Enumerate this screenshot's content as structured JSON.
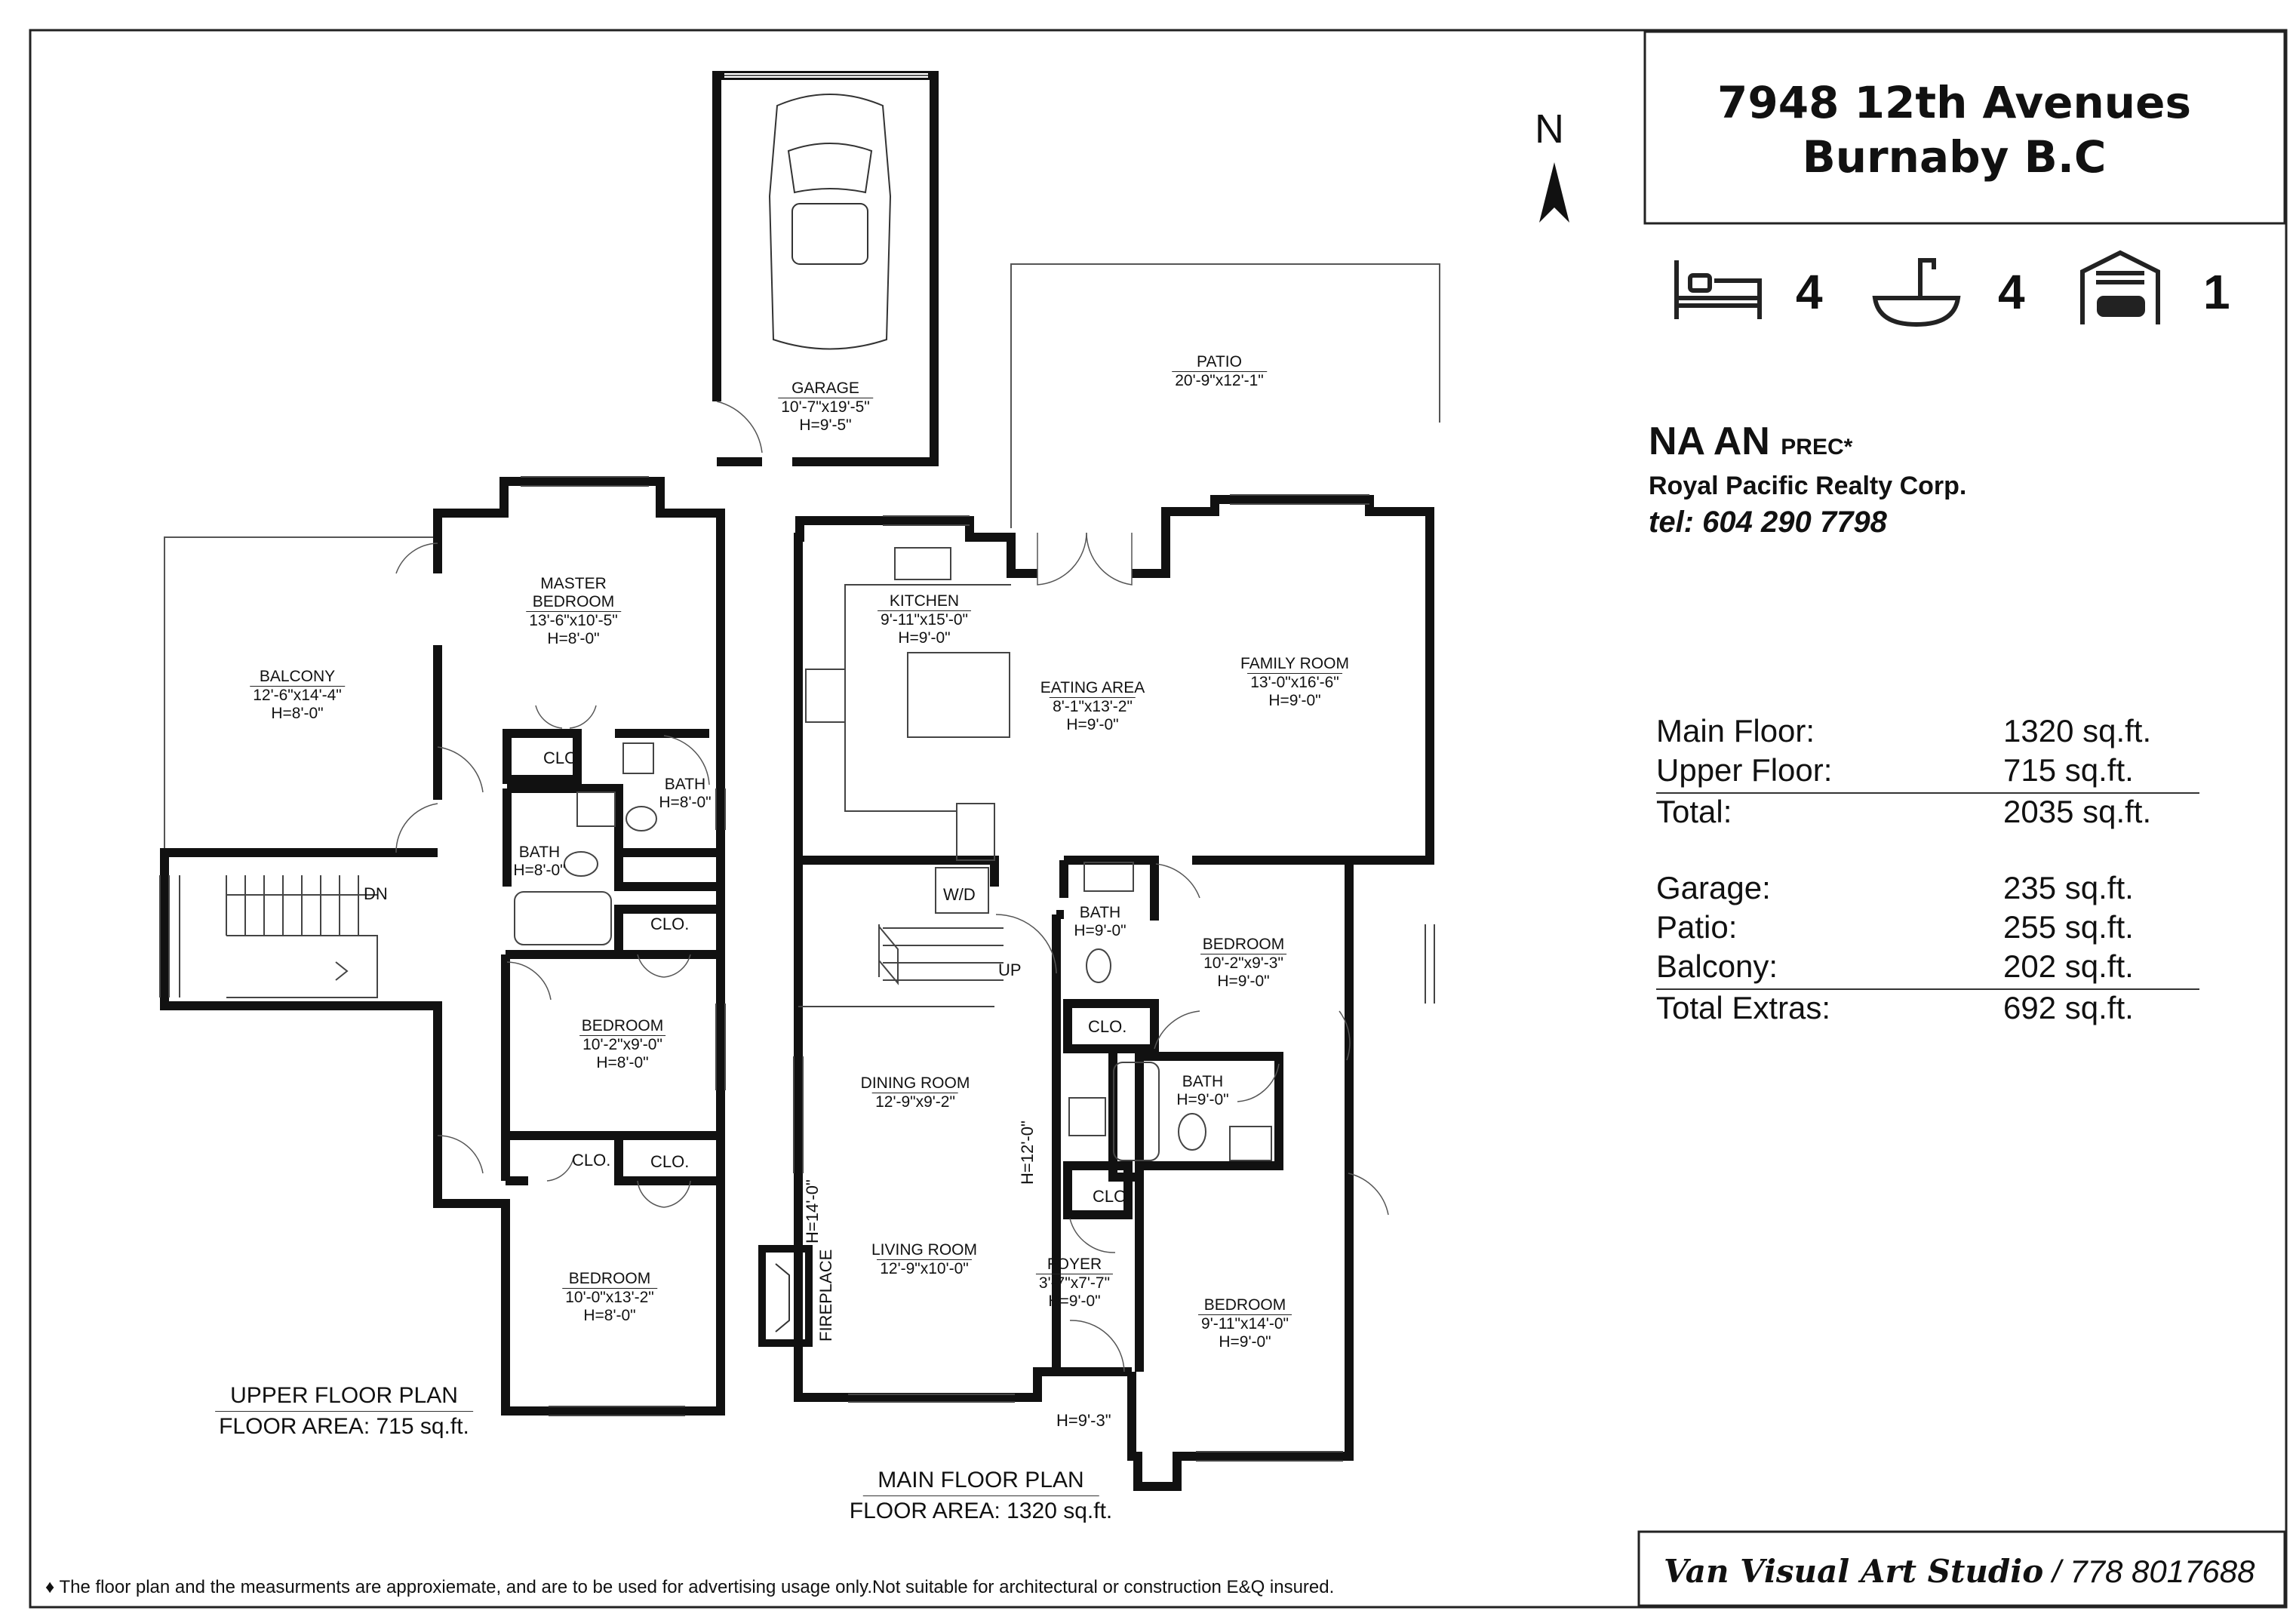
{
  "header": {
    "address_line1": "7948 12th Avenues",
    "address_line2": "Burnaby B.C"
  },
  "compass": {
    "label": "N"
  },
  "summary": {
    "bedrooms": "4",
    "bathrooms": "4",
    "garage": "1",
    "icons": [
      "bed-icon",
      "bathtub-icon",
      "garage-icon"
    ]
  },
  "agent": {
    "name": "NA AN",
    "designation": "PREC*",
    "company": "Royal Pacific Realty Corp.",
    "tel_label": "tel:",
    "tel": "604 290 7798"
  },
  "areas": {
    "main_label": "Main Floor:",
    "main_value": "1320 sq.ft.",
    "upper_label": "Upper Floor:",
    "upper_value": "715 sq.ft.",
    "total_label": "Total:",
    "total_value": "2035 sq.ft.",
    "garage_label": "Garage:",
    "garage_value": "235 sq.ft.",
    "patio_label": "Patio:",
    "patio_value": "255 sq.ft.",
    "balcony_label": "Balcony:",
    "balcony_value": "202 sq.ft.",
    "extras_label": "Total Extras:",
    "extras_value": "692 sq.ft."
  },
  "rooms": {
    "garage": {
      "name": "GARAGE",
      "dims": "10'-7\"x19'-5\"",
      "height": "H=9'-5\""
    },
    "patio": {
      "name": "PATIO",
      "dims": "20'-9\"x12'-1\""
    },
    "master": {
      "name1": "MASTER",
      "name2": "BEDROOM",
      "dims": "13'-6\"x10'-5\"",
      "height": "H=8'-0\""
    },
    "balcony": {
      "name": "BALCONY",
      "dims": "12'-6\"x14'-4\"",
      "height": "H=8'-0\""
    },
    "upper_clo1": "CLO.",
    "upper_bath1": {
      "name": "BATH",
      "height": "H=8'-0\""
    },
    "upper_bath2": {
      "name": "BATH",
      "height": "H=8'-0\""
    },
    "upper_dn": "DN",
    "upper_clo2": "CLO.",
    "upper_bed2": {
      "name": "BEDROOM",
      "dims": "10'-2\"x9'-0\"",
      "height": "H=8'-0\""
    },
    "upper_clo3": "CLO.",
    "upper_clo4": "CLO.",
    "upper_bed3": {
      "name": "BEDROOM",
      "dims": "10'-0\"x13'-2\"",
      "height": "H=8'-0\""
    },
    "kitchen": {
      "name": "KITCHEN",
      "dims": "9'-11\"x15'-0\"",
      "height": "H=9'-0\""
    },
    "eating": {
      "name": "EATING AREA",
      "dims": "8'-1\"x13'-2\"",
      "height": "H=9'-0\""
    },
    "family": {
      "name": "FAMILY ROOM",
      "dims": "13'-0\"x16'-6\"",
      "height": "H=9'-0\""
    },
    "wd": "W/D",
    "main_up": "UP",
    "main_bath1": {
      "name": "BATH",
      "height": "H=9'-0\""
    },
    "main_bed1": {
      "name": "BEDROOM",
      "dims": "10'-2\"x9'-3\"",
      "height": "H=9'-0\""
    },
    "main_clo1": "CLO.",
    "main_bath2": {
      "name": "BATH",
      "height": "H=9'-0\""
    },
    "dining": {
      "name": "DINING ROOM",
      "dims": "12'-9\"x9'-2\""
    },
    "h12": "H=12'-0\"",
    "main_clo2": "CLO.",
    "h14": "H=14'-0\"",
    "fireplace": "FIREPLACE",
    "living": {
      "name": "LIVING ROOM",
      "dims": "12'-9\"x10'-0\""
    },
    "foyer": {
      "name": "FOYER",
      "dims": "3'-7\"x7'-7\"",
      "height": "H=9'-0\""
    },
    "h93": "H=9'-3\"",
    "main_bed2": {
      "name": "BEDROOM",
      "dims": "9'-11\"x14'-0\"",
      "height": "H=9'-0\""
    }
  },
  "titles": {
    "upper_title": "UPPER FLOOR PLAN",
    "upper_area": "FLOOR AREA: 715 sq.ft.",
    "main_title": "MAIN FLOOR PLAN",
    "main_area": "FLOOR AREA: 1320 sq.ft."
  },
  "footer": {
    "disclaimer": "♦ The floor plan and the measurments are approxiemate, and are to be used for advertising usage only.Not suitable for architectural or construction E&Q insured.",
    "studio": "Van Visual Art Studio",
    "studio_sep": " / ",
    "studio_phone": "778 8017688"
  }
}
